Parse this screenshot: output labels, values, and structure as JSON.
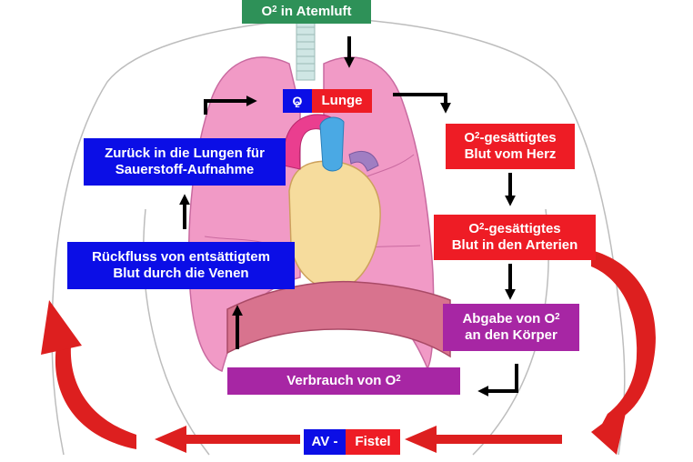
{
  "colors": {
    "blue": "#0b0ee6",
    "red": "#ee1c25",
    "purple": "#a726a4",
    "green": "#2e9158",
    "lung": "#f19ac6",
    "lung_dark": "#e07ab3",
    "heart": "#f6dc9d",
    "aorta": "#ea3e8f",
    "vein": "#4aa9e4",
    "diaphragm": "#d8738e",
    "cycle_arrow": "#dd1f1f"
  },
  "labels": {
    "atemluft": "O2 in Atemluft",
    "lunge_o2": "O2",
    "lunge": "Lunge",
    "zurueck": [
      "Zurück in die Lungen für",
      "Sauerstoff-Aufnahme"
    ],
    "rueckfluss": [
      "Rückfluss von entsättigtem",
      "Blut durch die Venen"
    ],
    "gesaettigt_herz": [
      "O2-gesättigtes",
      "Blut vom Herz"
    ],
    "gesaettigt_arterien": [
      "O2-gesättigtes",
      "Blut in den Arterien"
    ],
    "abgabe": [
      "Abgabe von O2",
      "an den Körper"
    ],
    "verbrauch": "Verbrauch von O2",
    "av": "AV -",
    "fistel": "Fistel"
  },
  "icons": [
    "trachea-icon",
    "lungs-icon",
    "heart-icon",
    "body-outline-icon",
    "arrow-down-icon",
    "arrow-up-icon",
    "circulation-arrow-icon"
  ]
}
